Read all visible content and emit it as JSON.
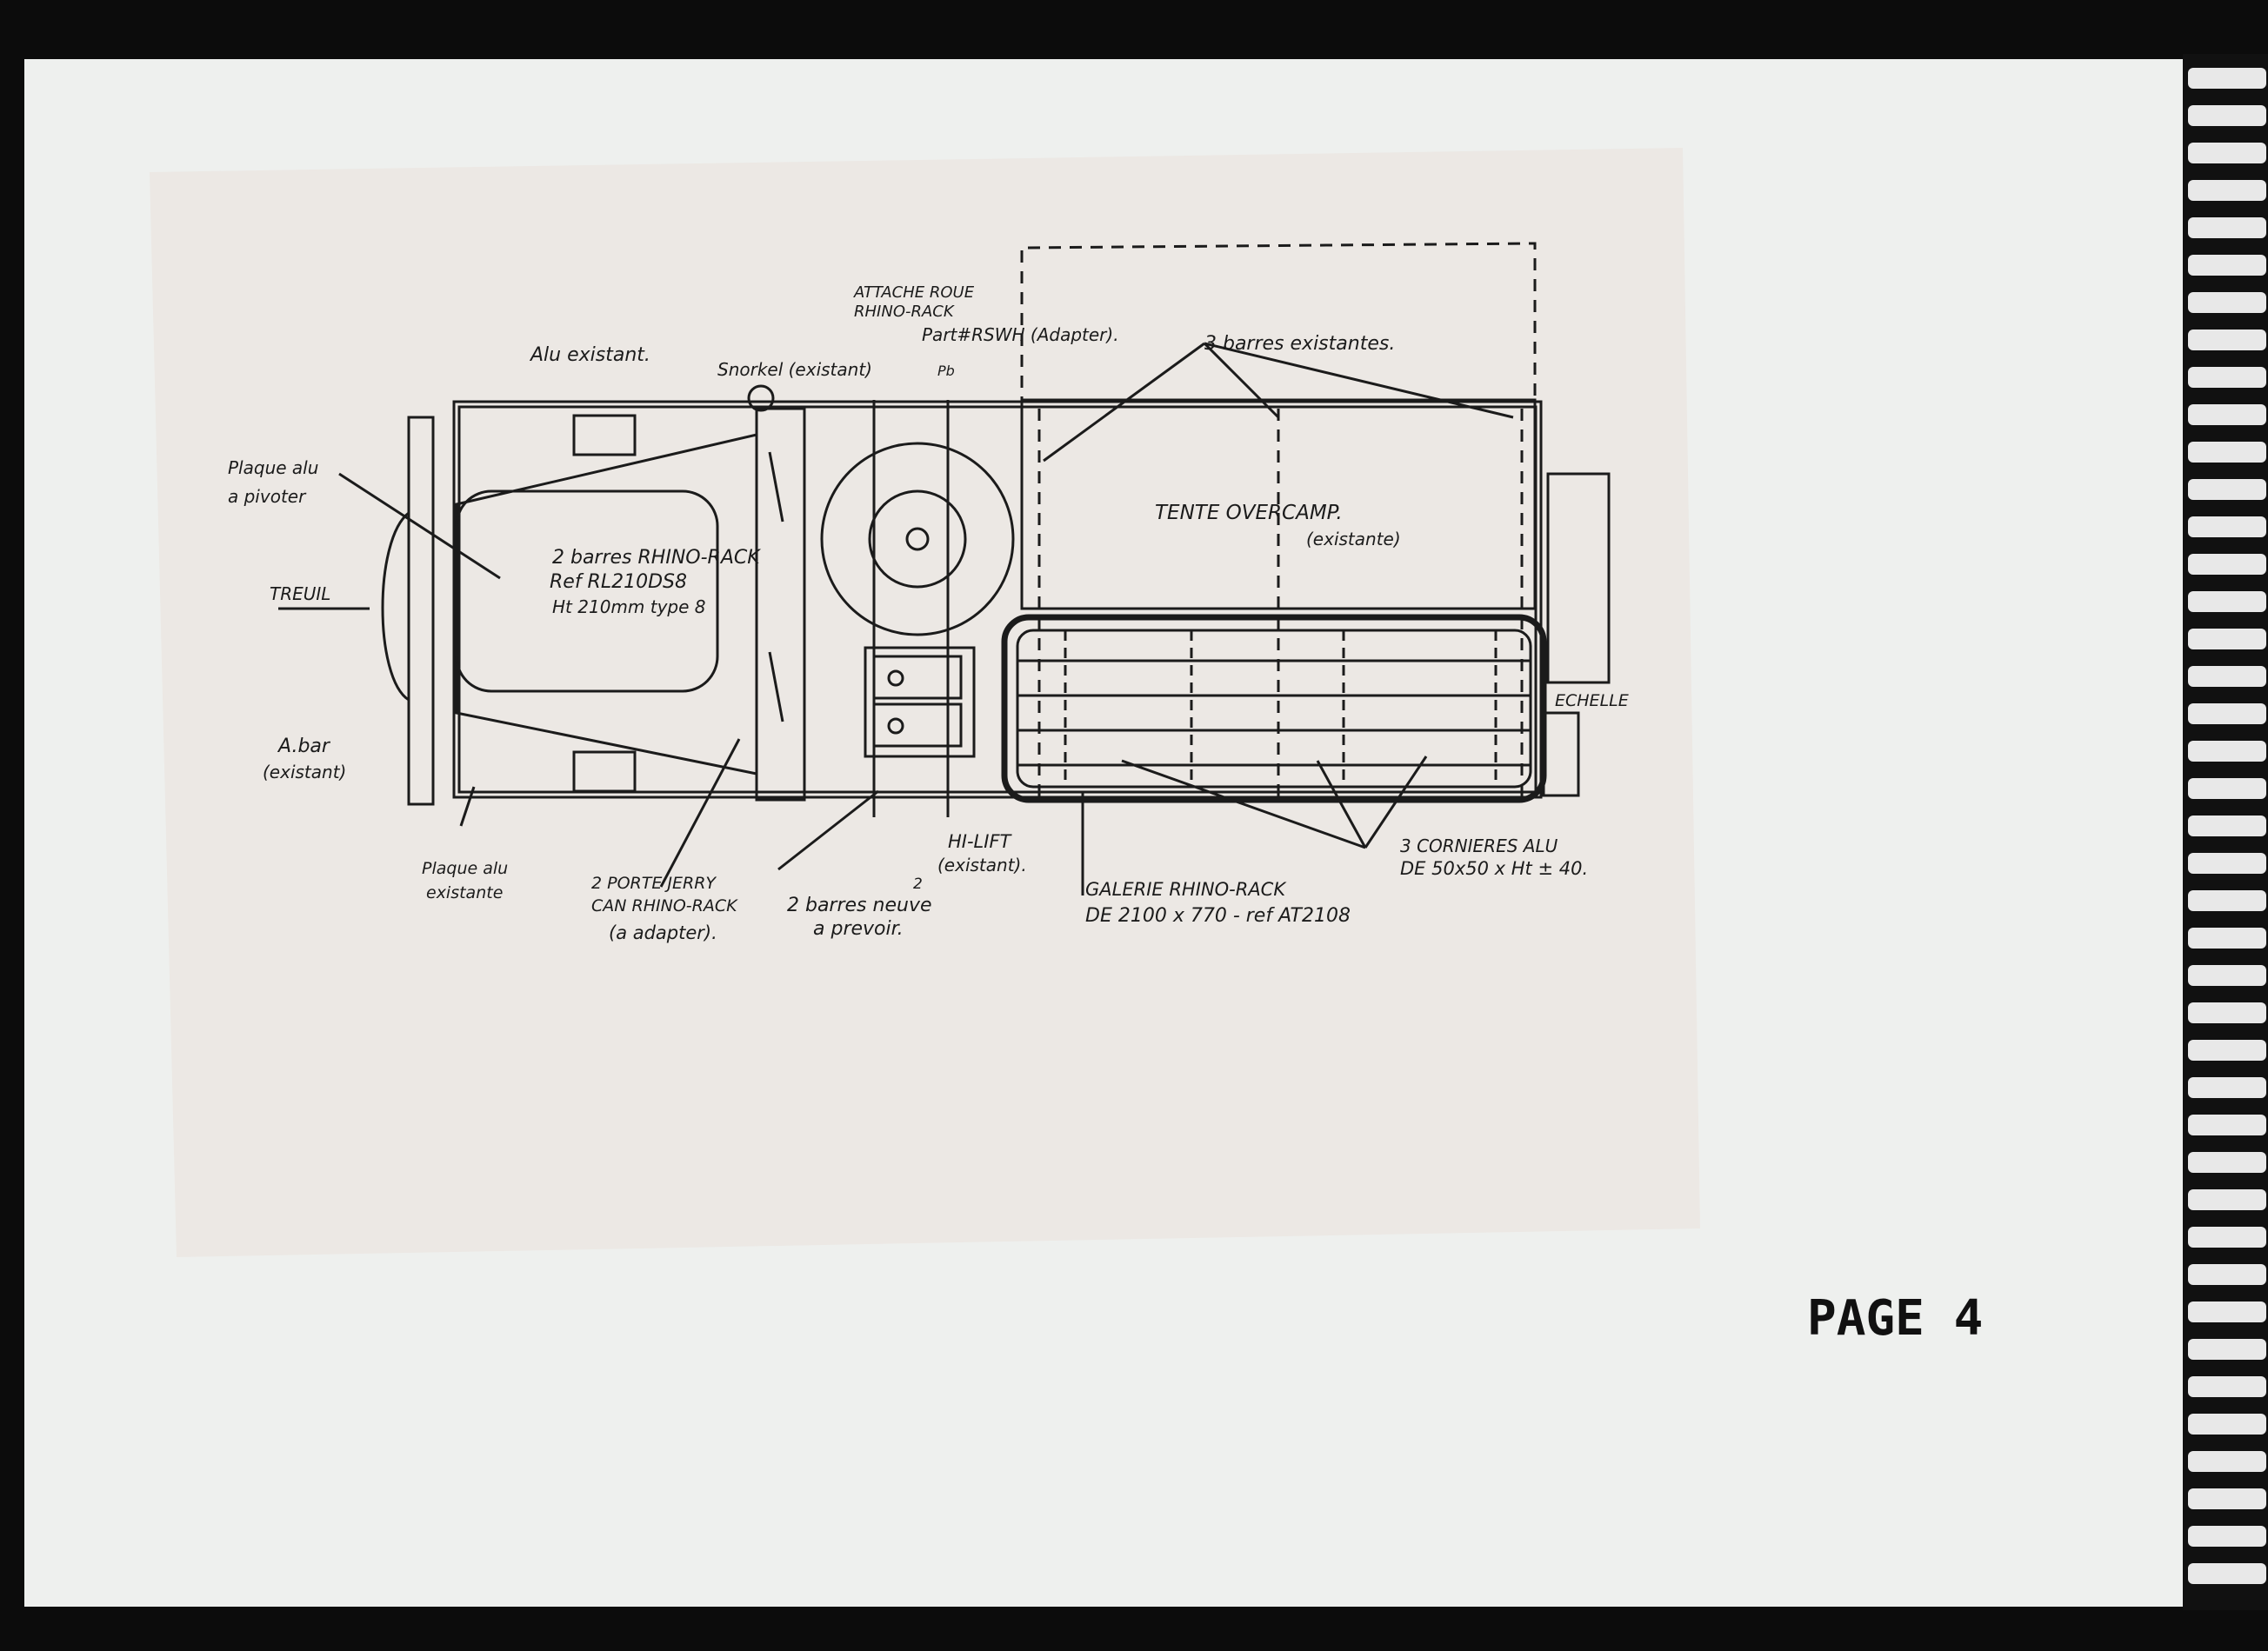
{
  "page_label": "PAGE 4",
  "sketch": {
    "labels": {
      "alu_existant": "Alu existant.",
      "snorkel": "Snorkel (existant)",
      "attache_roue_1": "ATTACHE ROUE",
      "attache_roue_2": "RHINO-RACK",
      "part_ref": "Part#RSWH (Adapter).",
      "pb": "Pb",
      "trois_barres": "3 barres existantes.",
      "plaque_pivoter_1": "Plaque alu",
      "plaque_pivoter_2": "a pivoter",
      "barres_rhino_1": "2 barres RHINO-RACK",
      "barres_rhino_2": "Ref RL210DS8",
      "barres_rhino_3": "Ht 210mm type 8",
      "treuil": "TREUIL",
      "a_bar_1": "A.bar",
      "a_bar_2": "(existant)",
      "plaque_existante_1": "Plaque alu",
      "plaque_existante_2": "existante",
      "porte_jerry_1": "2 PORTE JERRY",
      "porte_jerry_2": "CAN RHINO-RACK",
      "porte_jerry_3": "(a adapter).",
      "barres_neuve_0": "2",
      "barres_neuve_1": "2 barres neuve",
      "barres_neuve_2": "a prevoir.",
      "hi_lift_1": "HI-LIFT",
      "hi_lift_2": "(existant).",
      "galerie_1": "GALERIE RHINO-RACK",
      "galerie_2": "DE 2100 x 770 - ref AT2108",
      "cornieres_1": "3 CORNIERES ALU",
      "cornieres_2": "DE 50x50 x Ht ± 40.",
      "tente_1": "TENTE OVERCAMP.",
      "tente_2": "(existante)",
      "echelle": "ECHELLE"
    }
  },
  "colors": {
    "background": "#0c0c0c",
    "page": "#eef0ee",
    "tracing_paper": "#ece8e4",
    "ink": "#1b1b1b",
    "binding": "#e8e8e8"
  }
}
